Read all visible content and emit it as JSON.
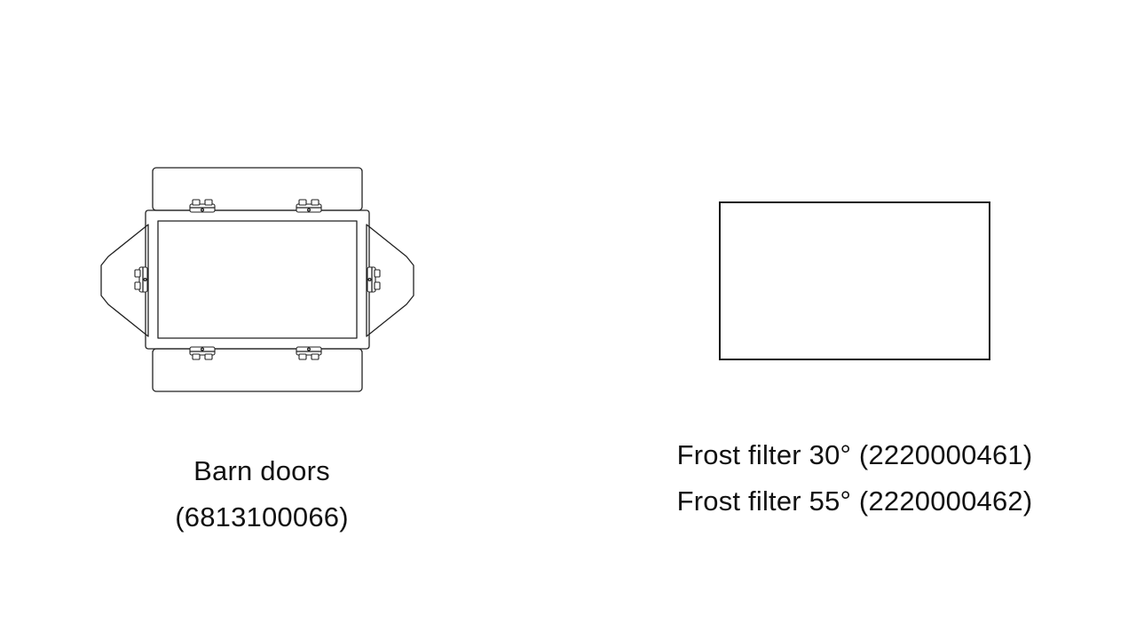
{
  "figures": {
    "barn_doors": {
      "caption_line1": "Barn doors",
      "caption_line2": "(6813100066)"
    },
    "frost_filter": {
      "caption_line1": "Frost filter 30° (2220000461)",
      "caption_line2": "Frost filter 55° (2220000462)"
    }
  }
}
